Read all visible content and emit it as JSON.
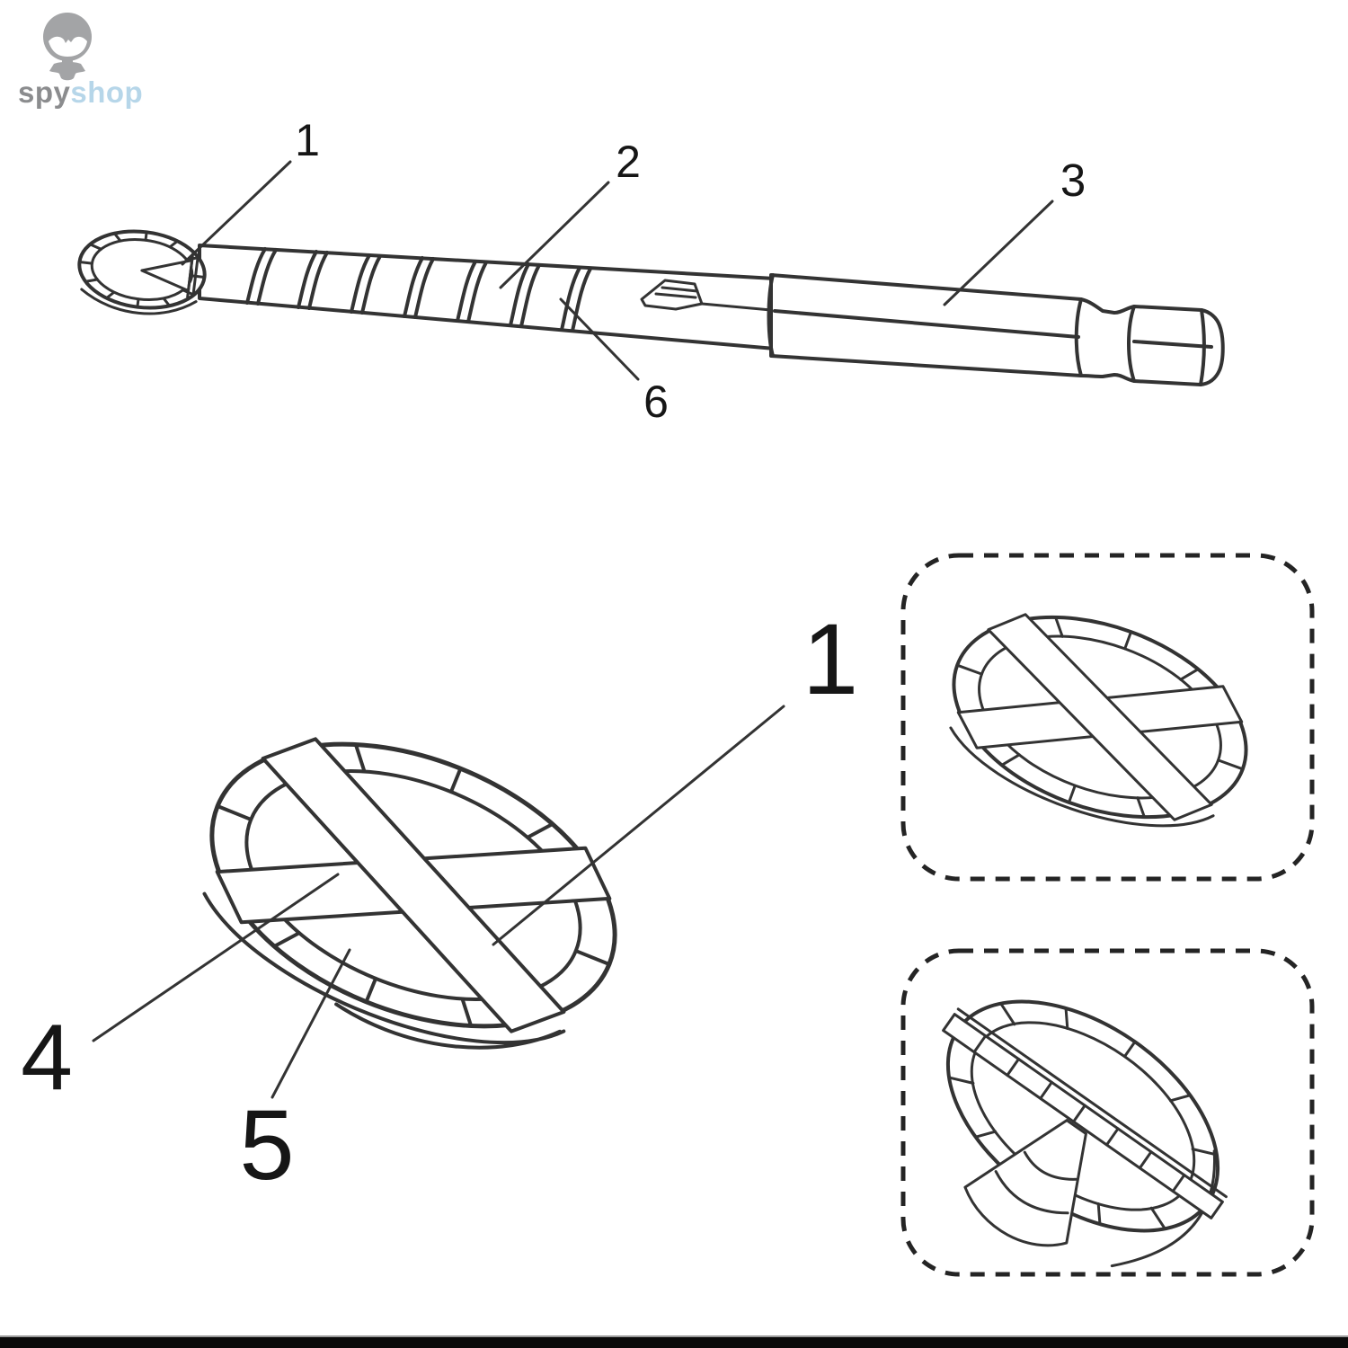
{
  "page": {
    "background": "#ffffff",
    "footer_bar_color": "#0a0a0a",
    "footer_line_color": "#9b9b9b"
  },
  "logo": {
    "icon": "spy-mascot",
    "brand": [
      {
        "text": "spy",
        "color": "#8b8c8e"
      },
      {
        "text": "shop",
        "color": "#b6d6e9"
      }
    ]
  },
  "callouts": {
    "main_view": [
      {
        "part": "serrated-carbide-tip",
        "label": "1"
      },
      {
        "part": "spiral-flute",
        "label": "2"
      },
      {
        "part": "hex-shank",
        "label": "3"
      },
      {
        "part": "flute-groove",
        "label": "6"
      }
    ],
    "detail_view": [
      {
        "part": "cutting-face",
        "label": "4"
      },
      {
        "part": "serrated-edge",
        "label": "5"
      },
      {
        "part": "cross-blade",
        "label": "1"
      }
    ]
  },
  "colors": {
    "line": "#333333",
    "label": "#161616",
    "box_border": "#242424"
  }
}
